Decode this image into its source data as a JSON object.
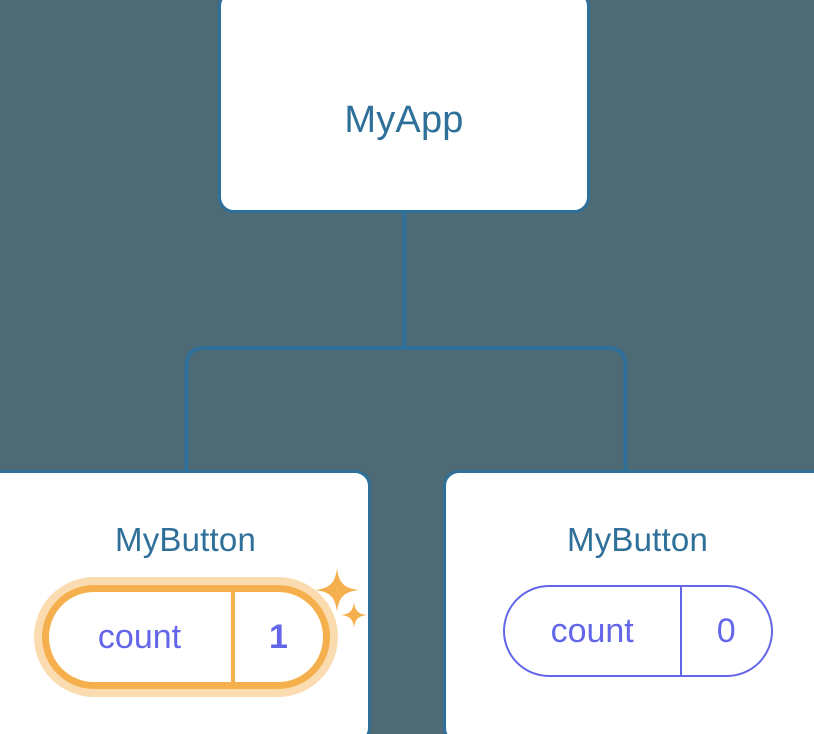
{
  "diagram": {
    "type": "component-tree",
    "background_color": "#4d6a75",
    "node_border_color": "#2e7099",
    "node_fill_color": "#ffffff",
    "connector_color": "#2e7099",
    "state_color": "#6366e8",
    "highlight_color": "#f5b04d",
    "highlight_glow_color": "#fbdcb0"
  },
  "root": {
    "title": "MyApp"
  },
  "children": [
    {
      "title": "MyButton",
      "state_key": "count",
      "state_value": "1",
      "highlighted": true,
      "sparkles": [
        "sparkle-large-icon",
        "sparkle-small-icon"
      ]
    },
    {
      "title": "MyButton",
      "state_key": "count",
      "state_value": "0",
      "highlighted": false,
      "sparkles": []
    }
  ]
}
